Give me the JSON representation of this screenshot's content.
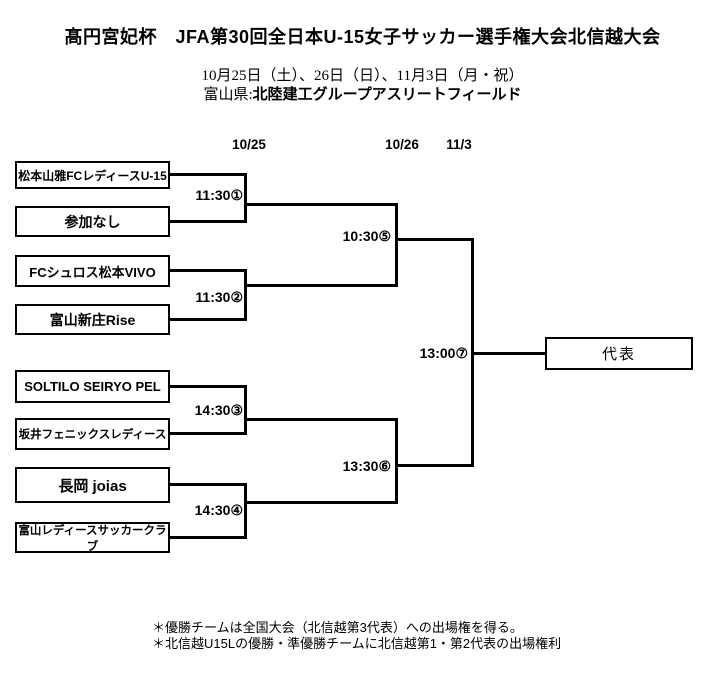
{
  "header": {
    "title": "髙円宮妃杯　JFA第30回全日本U-15女子サッカー選手権大会北信越大会",
    "dates": "10月25日（土）、26日（日）、11月3日（月・祝）",
    "venue_prefix": "富山県:",
    "venue_name": "北陸建工グループアスリートフィールド"
  },
  "bracket": {
    "round_dates": [
      "10/25",
      "10/26",
      "11/3"
    ],
    "teams": [
      "松本山雅FCレディースU-15",
      "参加なし",
      "FCシュロス松本VIVO",
      "富山新庄Rise",
      "SOLTILO SEIRYO PEL",
      "坂井フェニックスレディース",
      "長岡 joias",
      "富山レディースサッカークラブ"
    ],
    "matches": [
      "11:30①",
      "11:30②",
      "14:30③",
      "14:30④",
      "10:30⑤",
      "13:30⑥",
      "13:00⑦"
    ],
    "winner_label": "代表"
  },
  "footnotes": [
    "＊優勝チームは全国大会（北信越第3代表）への出場権を得る。",
    "＊北信越U15Lの優勝・準優勝チームに北信越第1・第2代表の出場権利"
  ],
  "colors": {
    "background": "#ffffff",
    "line": "#000000",
    "text": "#000000"
  }
}
